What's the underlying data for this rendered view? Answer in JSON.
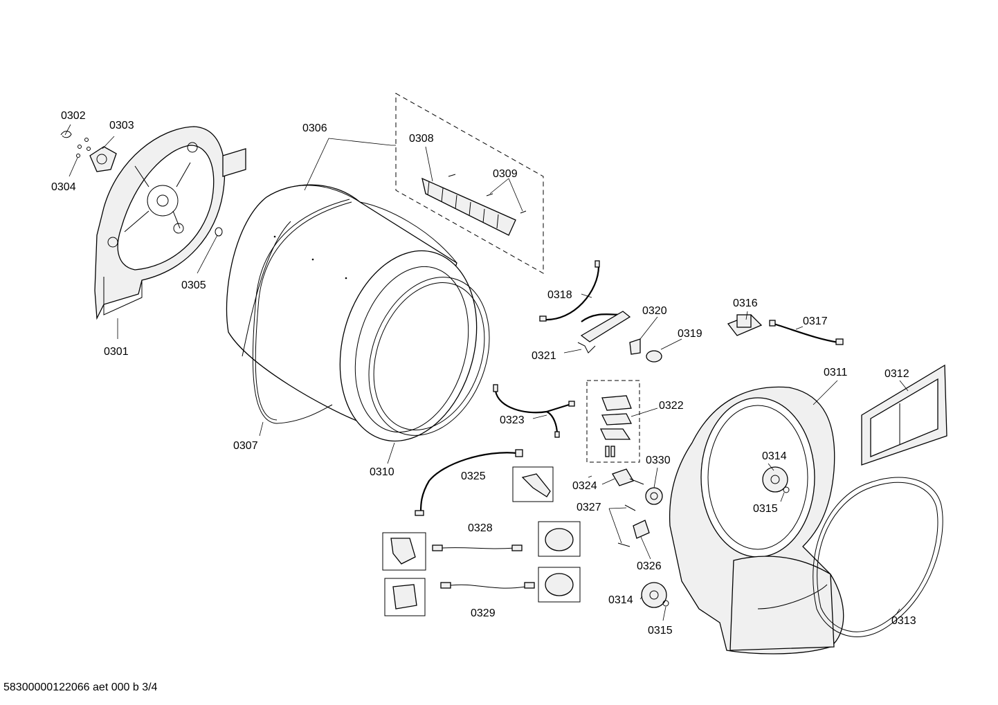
{
  "labels": {
    "p0301": "0301",
    "p0302": "0302",
    "p0303": "0303",
    "p0304": "0304",
    "p0305": "0305",
    "p0306": "0306",
    "p0307": "0307",
    "p0308": "0308",
    "p0309": "0309",
    "p0310": "0310",
    "p0311": "0311",
    "p0312": "0312",
    "p0313": "0313",
    "p0314a": "0314",
    "p0314b": "0314",
    "p0315a": "0315",
    "p0315b": "0315",
    "p0316": "0316",
    "p0317": "0317",
    "p0318": "0318",
    "p0319": "0319",
    "p0320": "0320",
    "p0321": "0321",
    "p0322": "0322",
    "p0323": "0323",
    "p0324": "0324",
    "p0325": "0325",
    "p0326": "0326",
    "p0327": "0327",
    "p0328": "0328",
    "p0329": "0329",
    "p0330": "0330"
  },
  "footer": "58300000122066 aet 000 b 3/4"
}
